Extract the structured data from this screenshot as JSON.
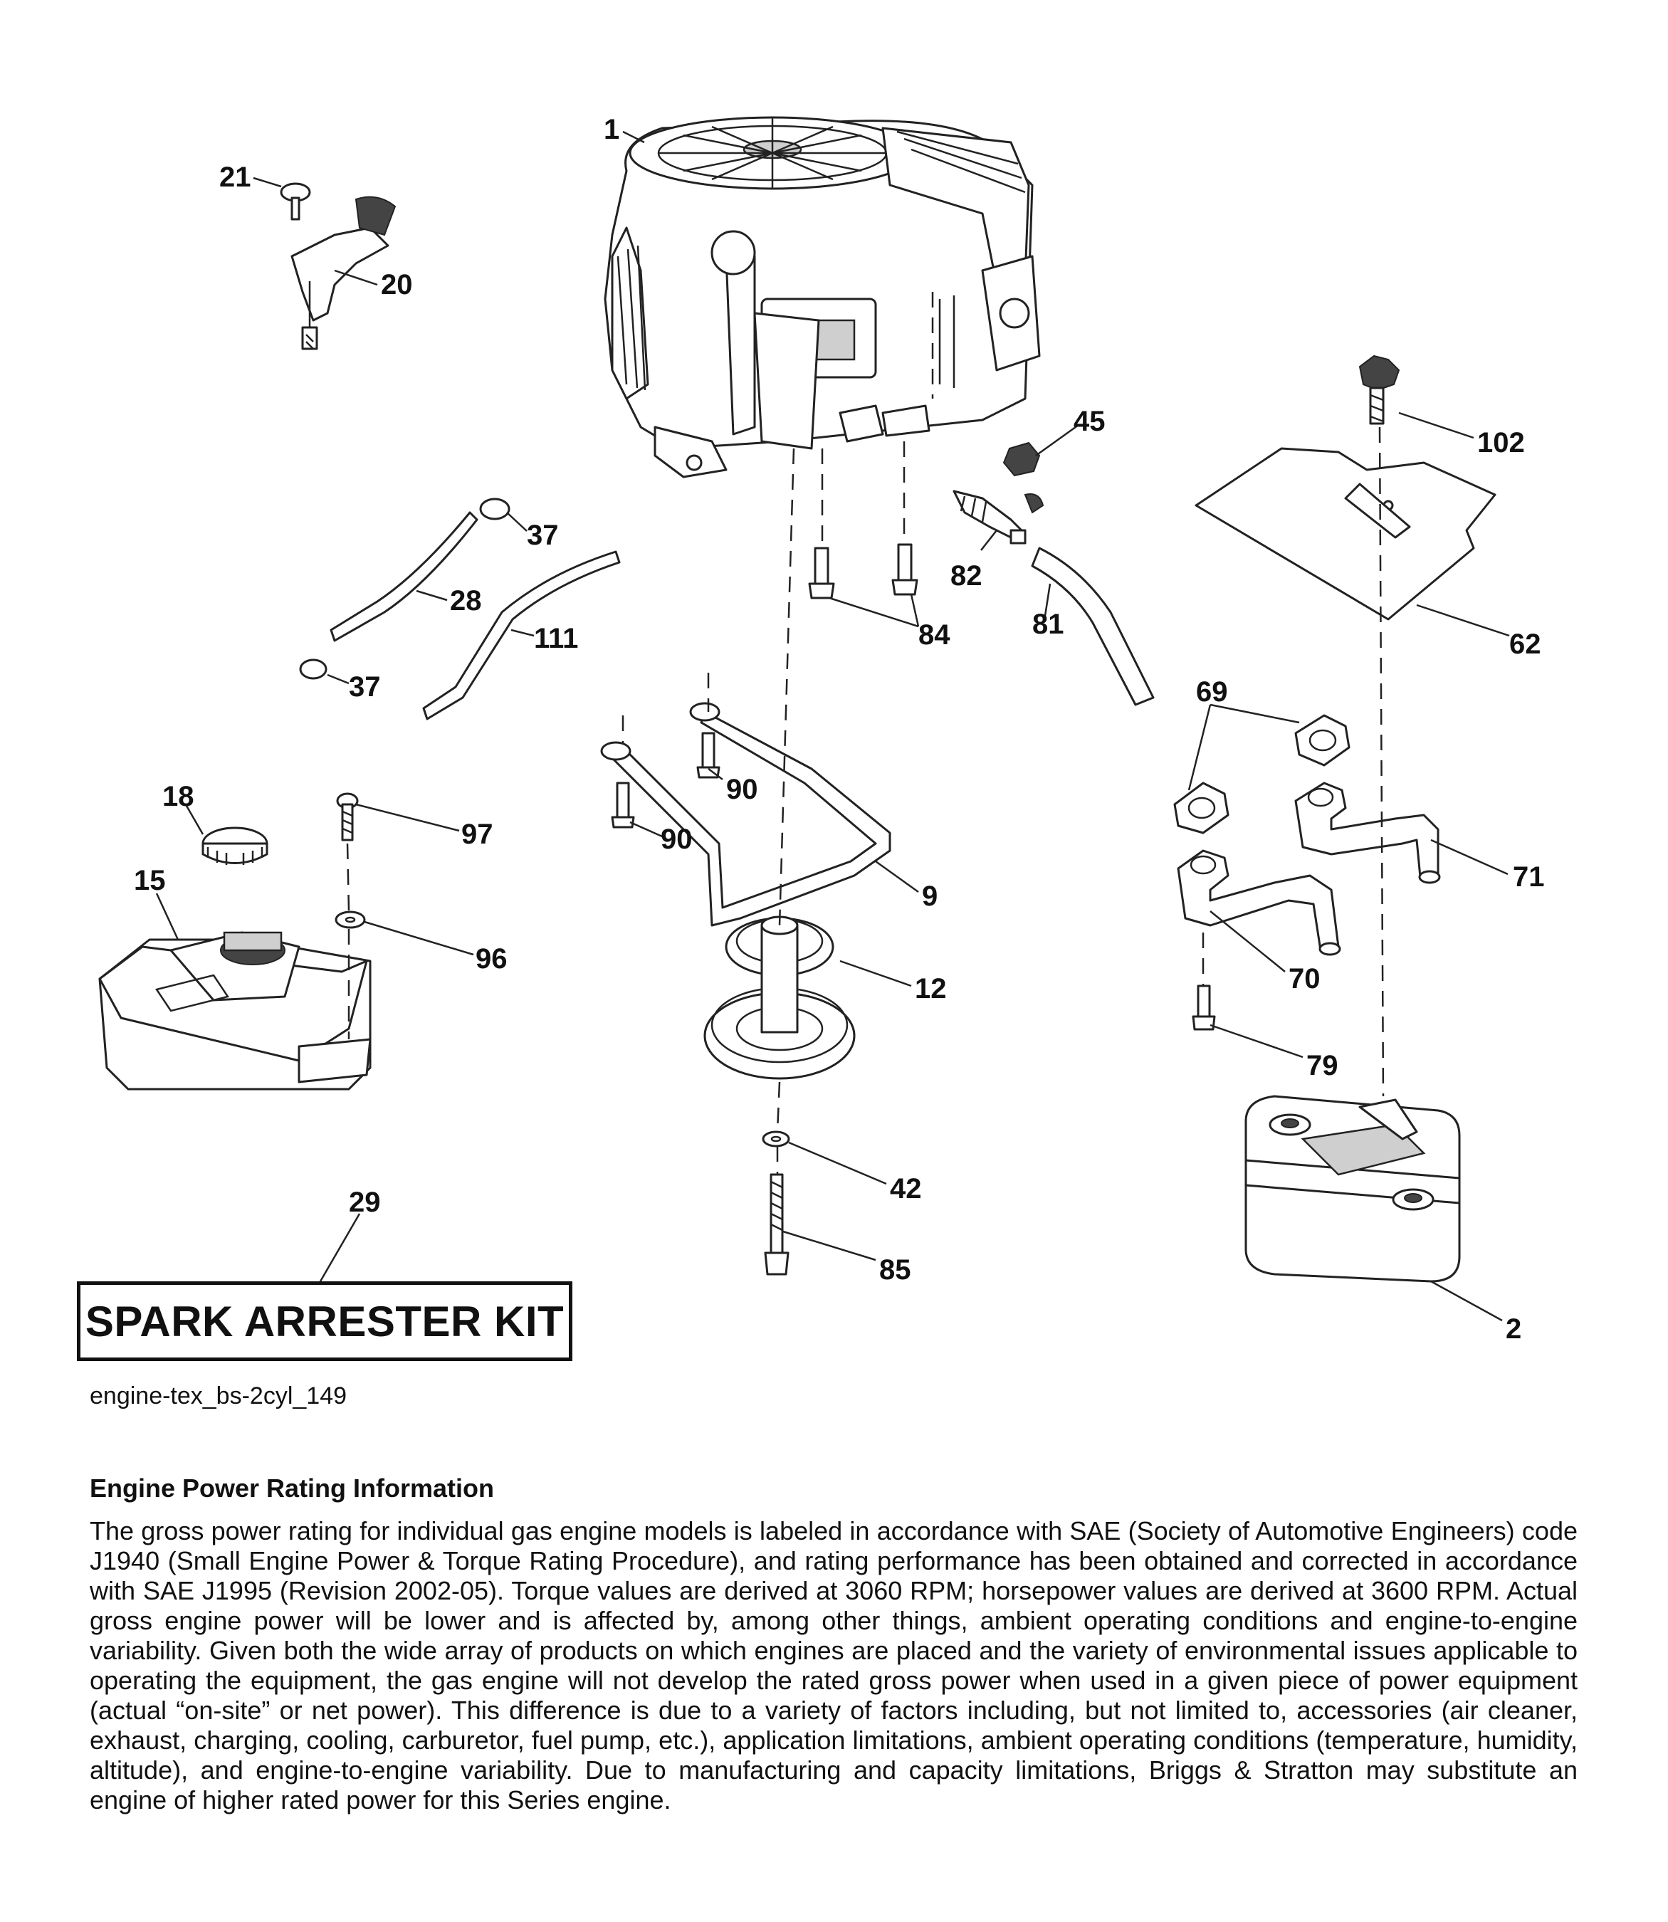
{
  "diagram": {
    "callouts": [
      "1",
      "21",
      "20",
      "45",
      "102",
      "37",
      "28",
      "111",
      "37",
      "84",
      "82",
      "81",
      "62",
      "69",
      "90",
      "90",
      "18",
      "97",
      "15",
      "9",
      "71",
      "96",
      "12",
      "70",
      "79",
      "29",
      "42",
      "85",
      "2"
    ]
  },
  "spark_arrester_kit": {
    "title": "SPARK ARRESTER KIT"
  },
  "diagram_id": "engine-tex_bs-2cyl_149",
  "info": {
    "heading": "Engine Power Rating Information",
    "body": "The gross power rating for individual gas engine models is labeled in accordance with SAE (Society of Automotive Engineers) code J1940 (Small Engine Power & Torque Rating Procedure), and rating performance has been obtained and corrected in accordance with SAE J1995 (Revision 2002-05). Torque values are derived at 3060 RPM; horsepower values are derived at 3600 RPM. Actual gross engine power will be lower and is affected by, among other things, ambient operating conditions and engine-to-engine variability. Given both the wide array of products on which engines are placed and the variety of environmental issues applicable to operating the equipment, the gas engine will not develop the rated gross power when used in a given piece of power equipment (actual “on-site” or net power). This difference is due to a variety of factors including, but not limited to, accessories (air cleaner, exhaust, charging, cooling, carburetor, fuel pump, etc.), application limitations, ambient operating conditions (temperature, humidity, altitude), and engine-to-engine variability. Due to manufacturing and capacity limitations, Briggs & Stratton may substitute an engine of higher rated power for this Series engine."
  }
}
